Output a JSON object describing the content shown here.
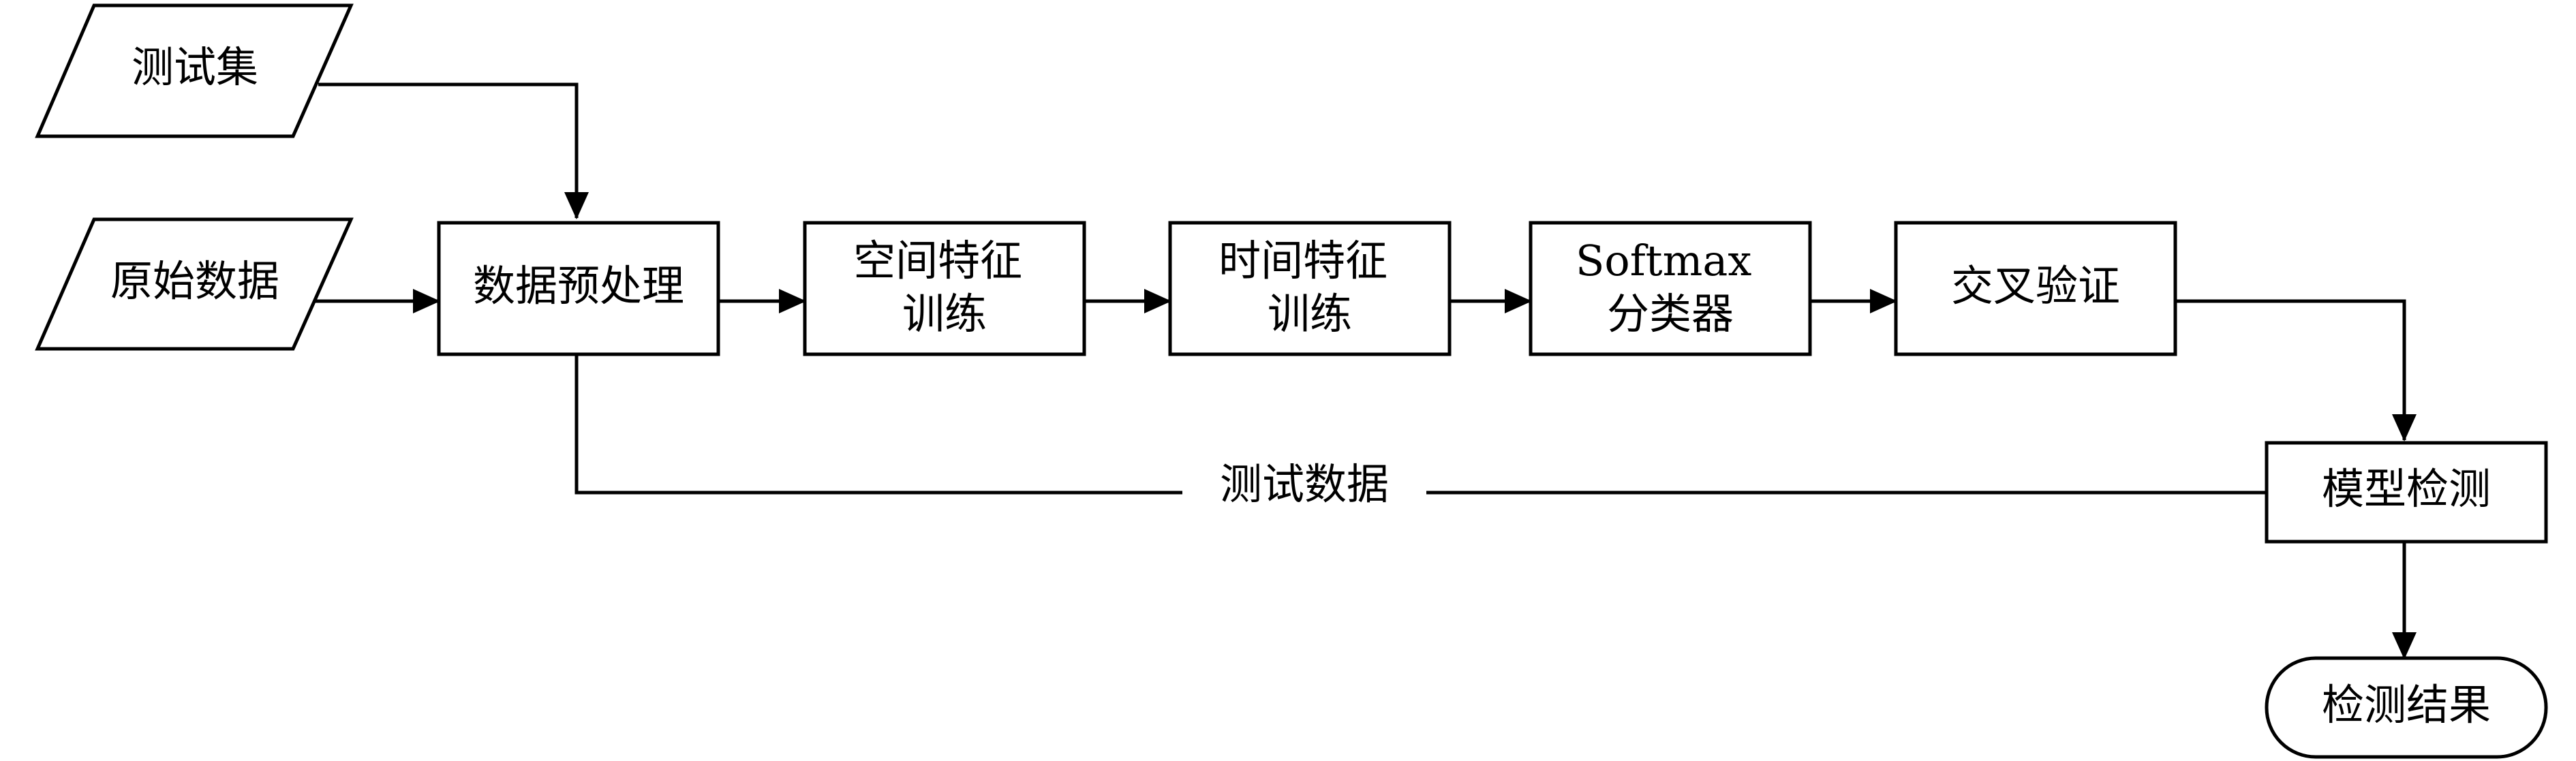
{
  "diagram": {
    "nodes": {
      "test_set": {
        "lines": [
          "测试集"
        ]
      },
      "raw_data": {
        "lines": [
          "原始数据"
        ]
      },
      "preprocess": {
        "lines": [
          "数据预处理"
        ]
      },
      "spatial_train": {
        "lines": [
          "空间特征",
          "训练"
        ]
      },
      "temporal_train": {
        "lines": [
          "时间特征",
          "训练"
        ]
      },
      "softmax": {
        "lines": [
          "Softmax",
          "分类器"
        ]
      },
      "cross_validation": {
        "lines": [
          "交叉验证"
        ]
      },
      "model_test": {
        "lines": [
          "模型检测"
        ]
      },
      "test_result": {
        "lines": [
          "检测结果"
        ]
      }
    },
    "edge_labels": {
      "test_data": "测试数据"
    },
    "colors": {
      "stroke": "#000000",
      "fill": "#ffffff",
      "background": "#ffffff"
    }
  }
}
